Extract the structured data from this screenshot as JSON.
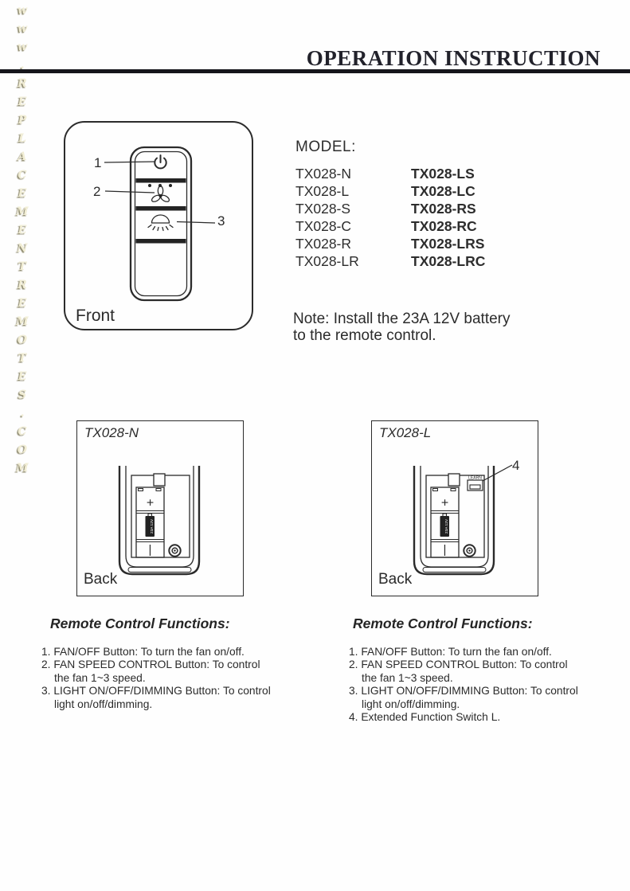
{
  "page": {
    "watermark": "www.REPLACEMENTREMOTES.COM",
    "title": "OPERATION INSTRUCTION"
  },
  "front": {
    "label": "Front",
    "callout_power": "1",
    "callout_fan": "2",
    "callout_light": "3"
  },
  "model_section": {
    "heading": "MODEL:",
    "column1": [
      "TX028-N",
      "TX028-L",
      "TX028-S",
      "TX028-C",
      "TX028-R",
      "TX028-LR"
    ],
    "column2": [
      "TX028-LS",
      "TX028-LC",
      "TX028-RS",
      "TX028-RC",
      "TX028-LRS",
      "TX028-LRC"
    ],
    "note_line1": "Note: Install the 23A 12V battery",
    "note_line2": "to the remote control."
  },
  "back_n": {
    "model": "TX028-N",
    "label": "Back",
    "battery_text": "23A 12V",
    "plus": "+",
    "minus": "|"
  },
  "back_l": {
    "model": "TX028-L",
    "label": "Back",
    "battery_text": "23A 12V",
    "plus": "+",
    "minus": "|",
    "learn_label": "LEARN",
    "callout": "4"
  },
  "functions_left": {
    "heading": "Remote Control Functions:",
    "lines": [
      "1. FAN/OFF Button: To turn the fan on/off.",
      "2. FAN SPEED CONTROL Button: To control",
      "the fan 1~3 speed.",
      "3. LIGHT ON/OFF/DIMMING Button: To control",
      "light on/off/dimming."
    ]
  },
  "functions_right": {
    "heading": "Remote Control Functions:",
    "lines": [
      "1. FAN/OFF Button: To turn the fan on/off.",
      "2. FAN SPEED CONTROL Button: To control",
      "the fan 1~3 speed.",
      "3. LIGHT ON/OFF/DIMMING Button: To control",
      "light on/off/dimming.",
      "4. Extended Function Switch L."
    ]
  },
  "colors": {
    "ink": "#2b2b2b",
    "rule": "#15151b",
    "watermark": "#f1edd4"
  }
}
